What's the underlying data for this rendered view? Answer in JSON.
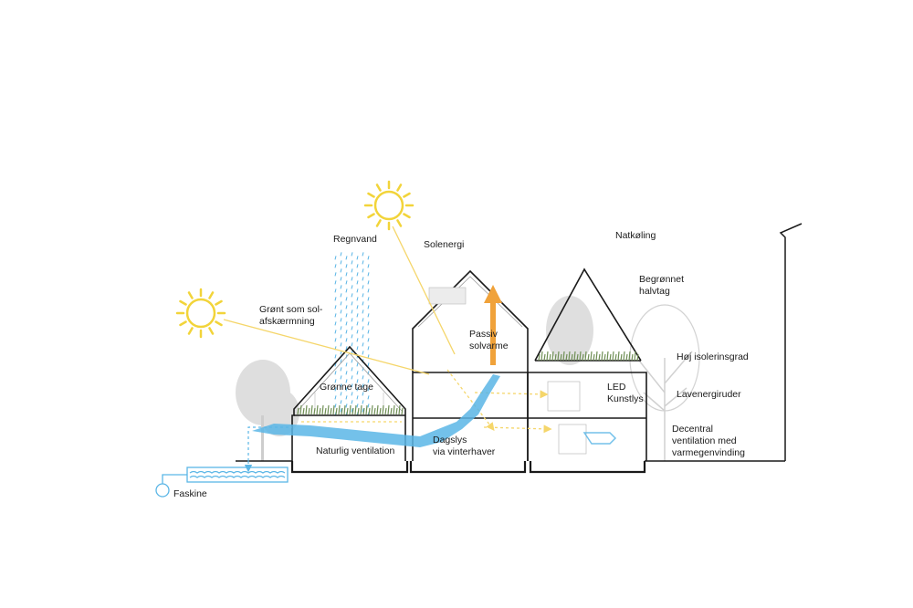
{
  "colors": {
    "line": "#1a1a1a",
    "sun": "#f2d43a",
    "water": "#5bb6e6",
    "ray": "#f5d66b",
    "heat": "#f0a23a",
    "moon": "#6b6b6b",
    "vegetation": "#6f8f55",
    "tree": "#c9c9c9"
  },
  "icons": {
    "sun": "sun-icon",
    "moon": "moon-icon",
    "heat_arrow": "heat-arrow-icon",
    "water_tank": "water-tank-icon",
    "air_flow": "air-flow-arrow-icon"
  },
  "labels": {
    "regnvand": "Regnvand",
    "solenergi": "Solenergi",
    "natkoling": "Natkøling",
    "begronnet_halvtag": "Begrønnet\nhalvtag",
    "gront_solafskaerming": "Grønt som sol-\nafskærmning",
    "passiv_solvarme": "Passiv\nsolvarme",
    "hoj_isolering": "Høj isolerinsgrad",
    "gronne_tage": "Grønne tage",
    "led_kunstlys": "LED\nKunstlys",
    "lavenergiruder": "Lavenergiruder",
    "decentral_ventilation": "Decentral\nventilation med\nvarmegenvinding",
    "dagslys": "Dagslys\nvia vinterhaver",
    "naturlig_ventilation": "Naturlig ventilation",
    "faskine": "Faskine"
  }
}
